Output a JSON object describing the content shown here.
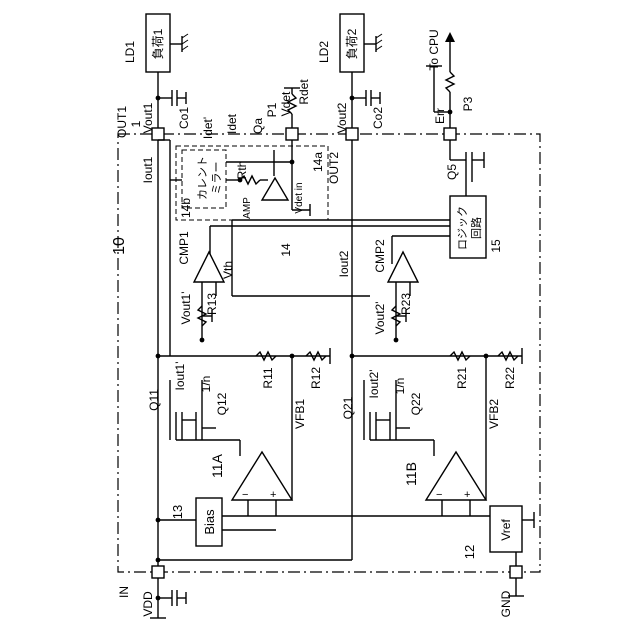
{
  "labels": {
    "ld1": "LD1",
    "load1": "負荷1",
    "ld2": "LD2",
    "load2": "負荷2",
    "to_cpu": "To CPU",
    "err": "Err",
    "p3": "P3",
    "p1": "P1",
    "vdet": "Vdet",
    "rdet": "Rdet",
    "vout1": "Vout1",
    "vout2": "Vout2",
    "co1": "Co1",
    "co2": "Co2",
    "out1": "OUT1",
    "out1_num": "1",
    "out2": "OUT2",
    "idet_prime": "Idet'",
    "idet": "Idet",
    "qa": "Qa",
    "current_mirror": "カレント\nミラー",
    "rth": "Rth",
    "amp": "AMP",
    "vdet_in": "Vdet in",
    "n14a": "14a",
    "n14b": "14b",
    "n14": "14",
    "n10": "10",
    "iout1": "Iout1",
    "iout1_prime": "Iout1'",
    "iout2": "Iout2",
    "iout2_prime": "Iout2'",
    "q5": "Q5",
    "logic": "ロジック\n回路",
    "n15": "15",
    "cmp1": "CMP1",
    "cmp2": "CMP2",
    "vth": "Vth",
    "vout1_prime": "Vout1'",
    "vout2_prime": "Vout2'",
    "r13": "R13",
    "r23": "R23",
    "r11": "R11",
    "r12": "R12",
    "r21": "R21",
    "r22": "R22",
    "q11": "Q11",
    "q12": "Q12",
    "q21": "Q21",
    "q22": "Q22",
    "one_n_1": "1/n",
    "one_n_2": "1/n",
    "vfb1": "VFB1",
    "vfb2": "VFB2",
    "n11a": "11A",
    "n11b": "11B",
    "n13": "13",
    "bias": "Bias",
    "vref": "Vref",
    "n12": "12",
    "in": "IN",
    "vdd": "VDD",
    "gnd": "GND"
  }
}
